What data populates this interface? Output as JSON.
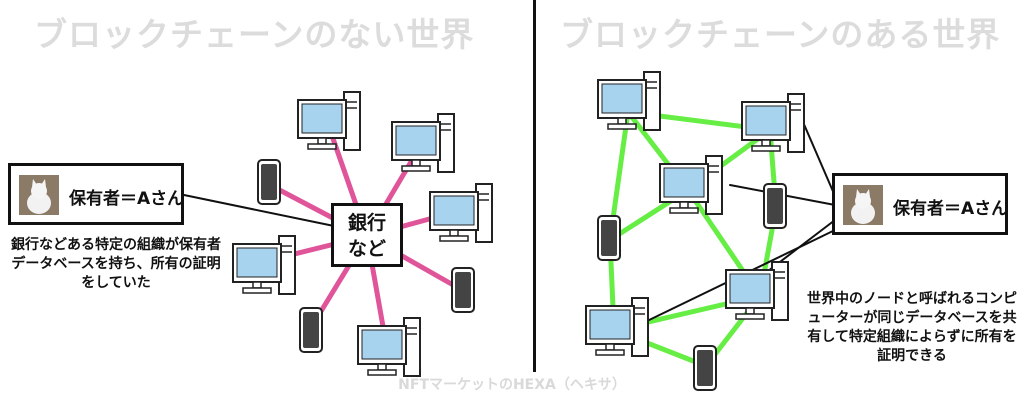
{
  "left_panel": {
    "title": "ブロックチェーンのない世界",
    "owner_label": "保有者＝Aさん",
    "bank_label_line1": "銀行",
    "bank_label_line2": "など",
    "caption": "銀行などある特定の組織が保有者データベースを持ち、所有の証明をしていた"
  },
  "right_panel": {
    "title": "ブロックチェーンのある世界",
    "owner_label": "保有者＝Aさん",
    "caption": "世界中のノードと呼ばれるコンピューターが同じデータベースを共有して特定組織によらずに所有を証明できる"
  },
  "footer": "NFTマーケットのHEXA（ヘキサ）",
  "colors": {
    "title": "#dcdcdc",
    "centralized_link": "#e0559a",
    "p2p_link": "#66ee44",
    "screen": "#a7d3ef",
    "phone": "#444444"
  },
  "icons": {
    "computer": "desktop-computer-icon",
    "phone": "smartphone-icon",
    "avatar": "cat-avatar-icon"
  }
}
